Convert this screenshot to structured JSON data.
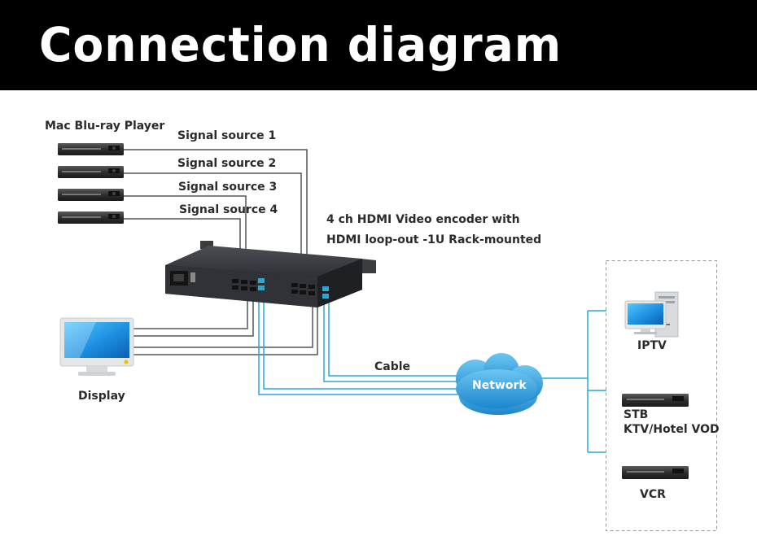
{
  "header": {
    "title": "Connection diagram"
  },
  "labels": {
    "source_device": "Mac Blu-ray Player",
    "signal_source_1": "Signal source 1",
    "signal_source_2": "Signal source 2",
    "signal_source_3": "Signal source 3",
    "signal_source_4": "Signal source 4",
    "encoder_line1": "4 ch HDMI Video encoder with",
    "encoder_line2": "HDMI loop-out -1U Rack-mounted",
    "display": "Display",
    "cable": "Cable",
    "network": "Network",
    "iptv": "IPTV",
    "stb": "STB",
    "ktv": "KTV/Hotel VOD",
    "vcr": "VCR"
  },
  "colors": {
    "header_bg": "#000000",
    "header_text": "#ffffff",
    "hdmi_line": "#555555",
    "network_line": "#2aa7d4",
    "cloud_fill": "#2e9fd8",
    "screen_blue": "#1d8fe0",
    "device_dark": "#2a2a2a",
    "dashed_border": "#9a9a9a"
  },
  "icons": {
    "players": "blu-ray-player-icon",
    "encoder": "rack-encoder-icon",
    "monitor": "display-monitor-icon",
    "cloud": "network-cloud-icon",
    "pc": "iptv-computer-icon",
    "stb": "set-top-box-icon",
    "vcr": "vcr-icon"
  }
}
